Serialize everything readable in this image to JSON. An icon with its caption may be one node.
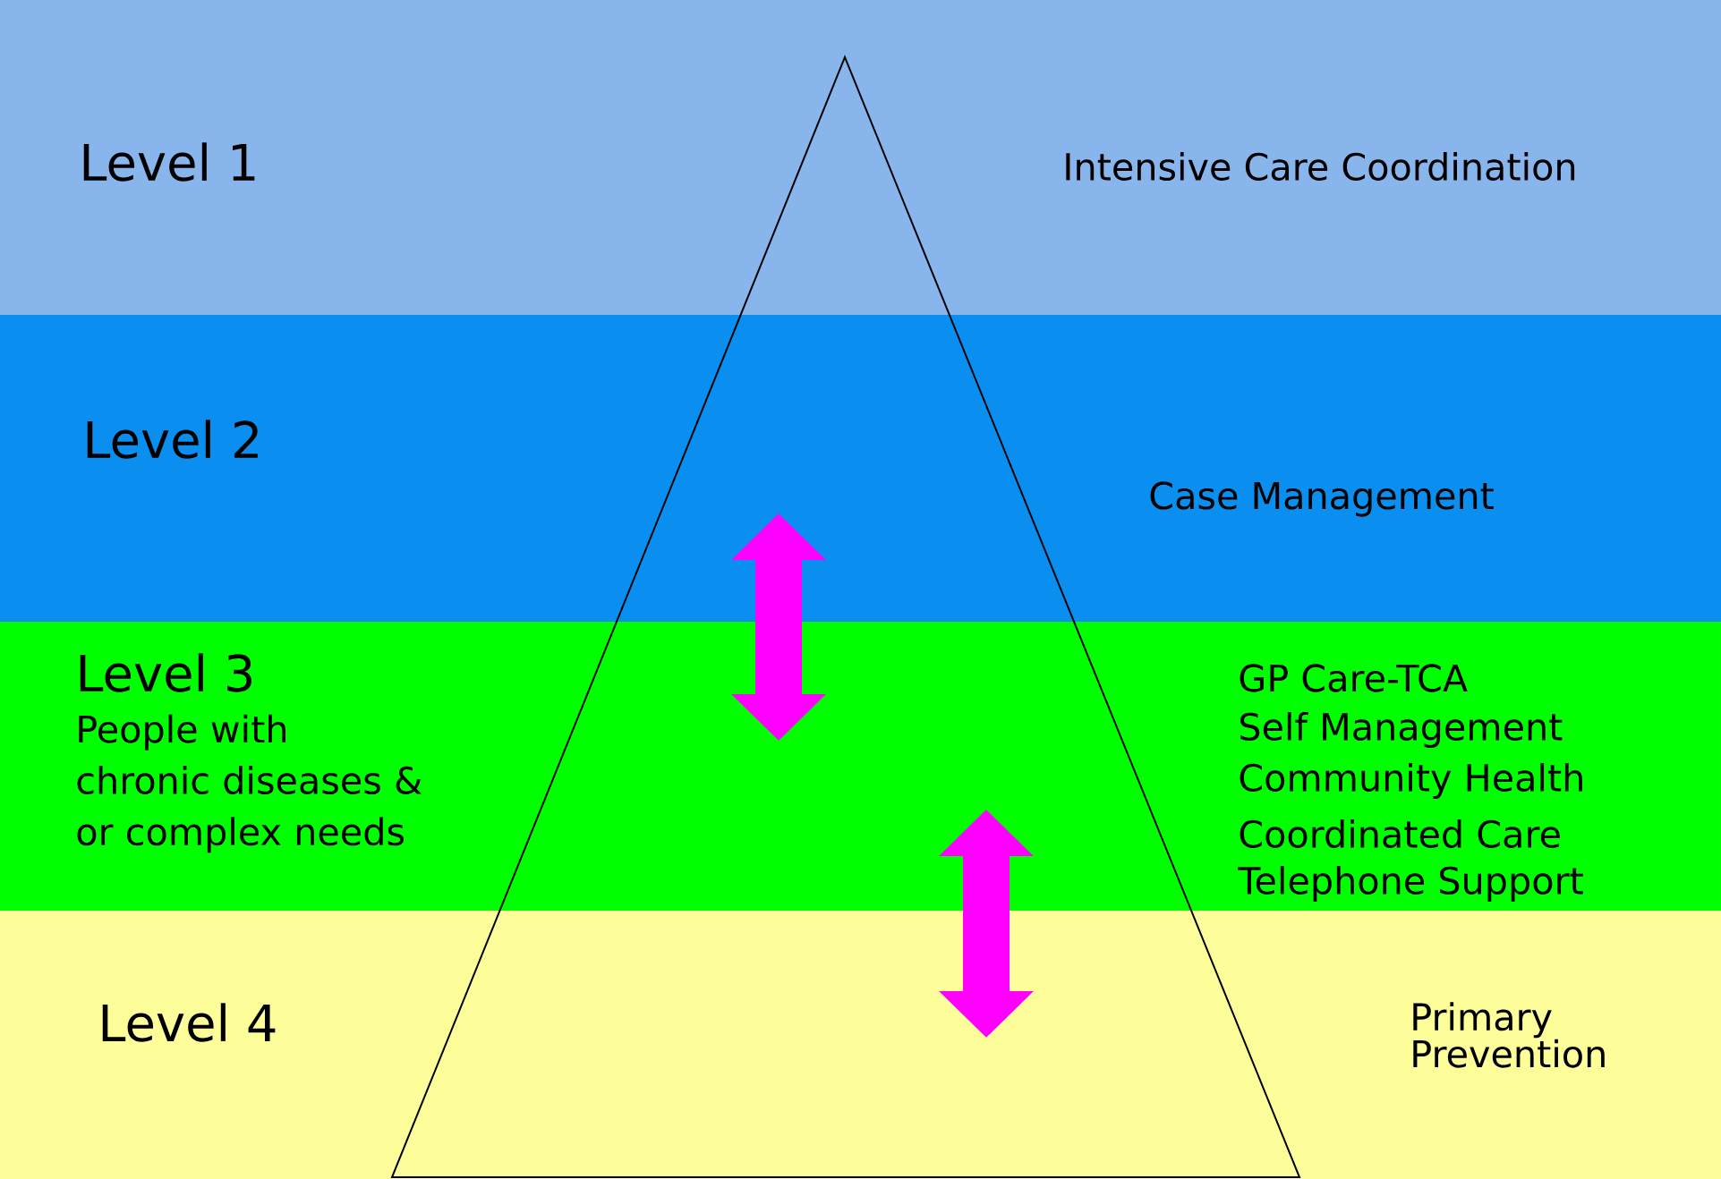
{
  "diagram": {
    "nodes": [
      {
        "text": [
          "Level 1",
          "Intensive Care Coordination"
        ]
      },
      {
        "text": [
          "Level 2",
          "Case Management"
        ]
      },
      {
        "text": [
          "Level 3",
          "People with chronic diseases & or complex needs",
          "GP Care-TCA",
          "Self Management",
          "Community Health",
          "Coordinated Care",
          "Telephone Support"
        ]
      },
      {
        "text": [
          "Level 4",
          "Primary Prevention"
        ]
      }
    ],
    "edges": [
      {
        "from": 1,
        "to": 2,
        "arrow": "both"
      },
      {
        "from": 2,
        "to": 3,
        "arrow": "both"
      }
    ]
  }
}
